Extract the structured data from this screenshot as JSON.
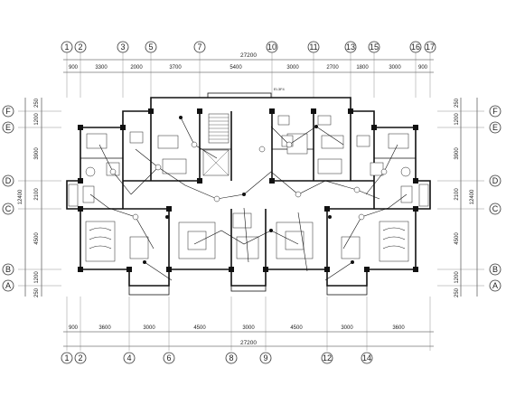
{
  "axes_top": [
    "1",
    "2",
    "3",
    "5",
    "7",
    "10",
    "11",
    "13",
    "15",
    "16",
    "17"
  ],
  "axes_bottom": [
    "1",
    "2",
    "4",
    "6",
    "8",
    "9",
    "12",
    "14"
  ],
  "axes_left": [
    "F",
    "E",
    "D",
    "C",
    "B",
    "A"
  ],
  "axes_right": [
    "F",
    "E",
    "D",
    "C",
    "B",
    "A"
  ],
  "dims_top": [
    "900",
    "3300",
    "2000",
    "3700",
    "5400",
    "3000",
    "2700",
    "1800",
    "3000",
    "900"
  ],
  "dim_top_total": "27200",
  "dims_bottom": [
    "900",
    "3600",
    "3000",
    "4500",
    "3000",
    "4500",
    "3000",
    "3600"
  ],
  "dim_bottom_total": "27200",
  "dims_left": [
    "250",
    "1200",
    "3900",
    "2100",
    "4500",
    "1200",
    "250"
  ],
  "dim_left_total": "12400",
  "dims_right": [
    "250",
    "1200",
    "3900",
    "2100",
    "4500",
    "1200",
    "250"
  ],
  "dim_right_total": "12400",
  "note_text": "El-3F4"
}
